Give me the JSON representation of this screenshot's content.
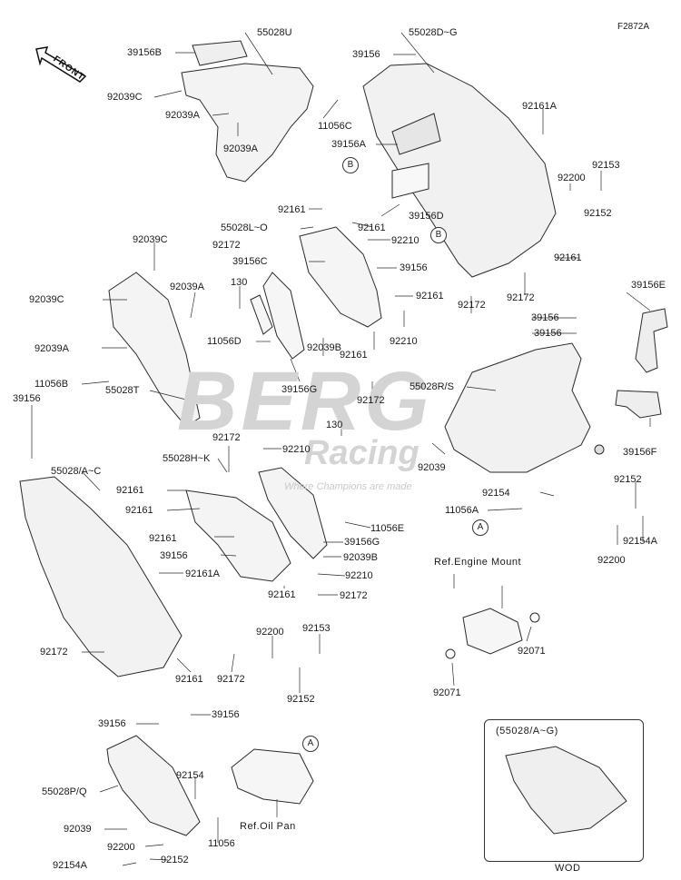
{
  "figure_code": "F2872A",
  "front_badge": "FRONT",
  "watermark": {
    "main": "BERG",
    "sub": "Racing",
    "tagline": "Where Champions are made"
  },
  "callouts": [
    "A",
    "B"
  ],
  "notes": {
    "engine_mount": "Ref.Engine Mount",
    "oil_pan": "Ref.Oil Pan",
    "wod_header": "(55028/A~G)",
    "wod": "WOD"
  },
  "labels": {
    "l1": "55028U",
    "l2": "39156B",
    "l3": "92039C",
    "l4": "92039A",
    "l5": "92039A",
    "l6": "11056C",
    "l7": "55028D~G",
    "l8": "39156",
    "l9": "92161A",
    "l10": "39156A",
    "l11": "92200",
    "l12": "92153",
    "l13": "39156D",
    "l14": "92152",
    "l15": "92161",
    "l16": "55028L~O",
    "l17": "92161",
    "l18": "92172",
    "l19": "92210",
    "l20": "92039C",
    "l21": "39156C",
    "l22": "39156",
    "l23": "92161",
    "l24": "92039C",
    "l25": "92039A",
    "l26": "130",
    "l27": "92161",
    "l28": "92172",
    "l29": "92172",
    "l30": "39156",
    "l31": "39156",
    "l32": "11056D",
    "l33": "92039B",
    "l34": "92161",
    "l35": "92210",
    "l36": "92039A",
    "l37": "11056B",
    "l38": "39156G",
    "l39": "92172",
    "l40": "55028R/S",
    "l41": "39156E",
    "l42": "39156F",
    "l43": "55028T",
    "l44": "39156",
    "l45": "92172",
    "l46": "130",
    "l47": "55028H~K",
    "l48": "92210",
    "l49": "92039",
    "l50": "55028/A~C",
    "l51": "92161",
    "l52": "92161",
    "l53": "92154",
    "l54": "11056E",
    "l55": "11056A",
    "l56": "92152",
    "l57": "92154A",
    "l58": "92161",
    "l59": "39156G",
    "l60": "39156",
    "l61": "92039B",
    "l62": "92200",
    "l63": "92161A",
    "l64": "92210",
    "l65": "92161",
    "l66": "92172",
    "l67": "92200",
    "l68": "92153",
    "l69": "92071",
    "l70": "92172",
    "l71": "92161",
    "l72": "92172",
    "l73": "92152",
    "l74": "92071",
    "l75": "39156",
    "l76": "39156",
    "l77": "92154",
    "l78": "55028P/Q",
    "l79": "92039",
    "l80": "11056",
    "l81": "92200",
    "l82": "92154A",
    "l83": "92152"
  }
}
